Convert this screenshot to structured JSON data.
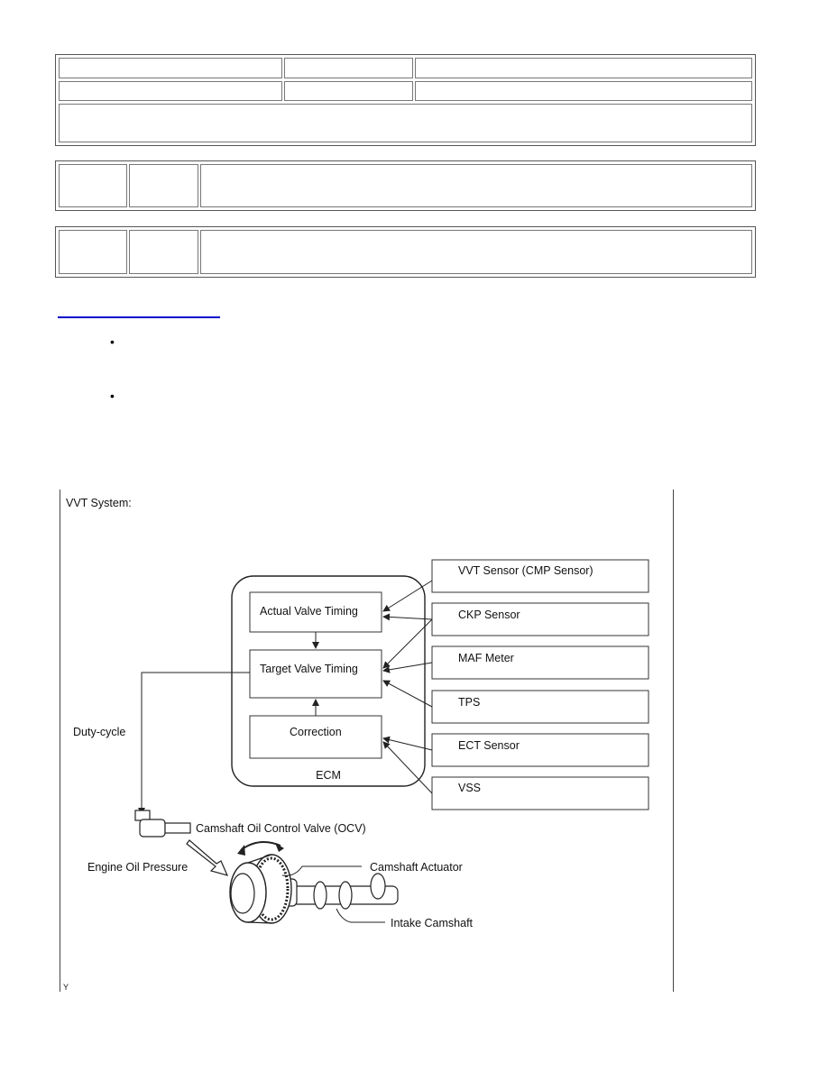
{
  "figure": {
    "title": "VVT System:",
    "ecm_label": "ECM",
    "ecm_blocks": {
      "actual": "Actual Valve Timing",
      "target": "Target Valve Timing",
      "correction": "Correction"
    },
    "sensors": {
      "vvt": "VVT Sensor (CMP Sensor)",
      "ckp": "CKP Sensor",
      "maf": "MAF Meter",
      "tps": "TPS",
      "ect": "ECT Sensor",
      "vss": "VSS"
    },
    "labels": {
      "duty_cycle": "Duty-cycle",
      "ocv": "Camshaft Oil Control Valve (OCV)",
      "oil_pressure": "Engine Oil Pressure",
      "actuator": "Camshaft Actuator",
      "intake_camshaft": "Intake Camshaft"
    },
    "corner_mark": "Y"
  },
  "bullets": [
    "•",
    "•"
  ]
}
